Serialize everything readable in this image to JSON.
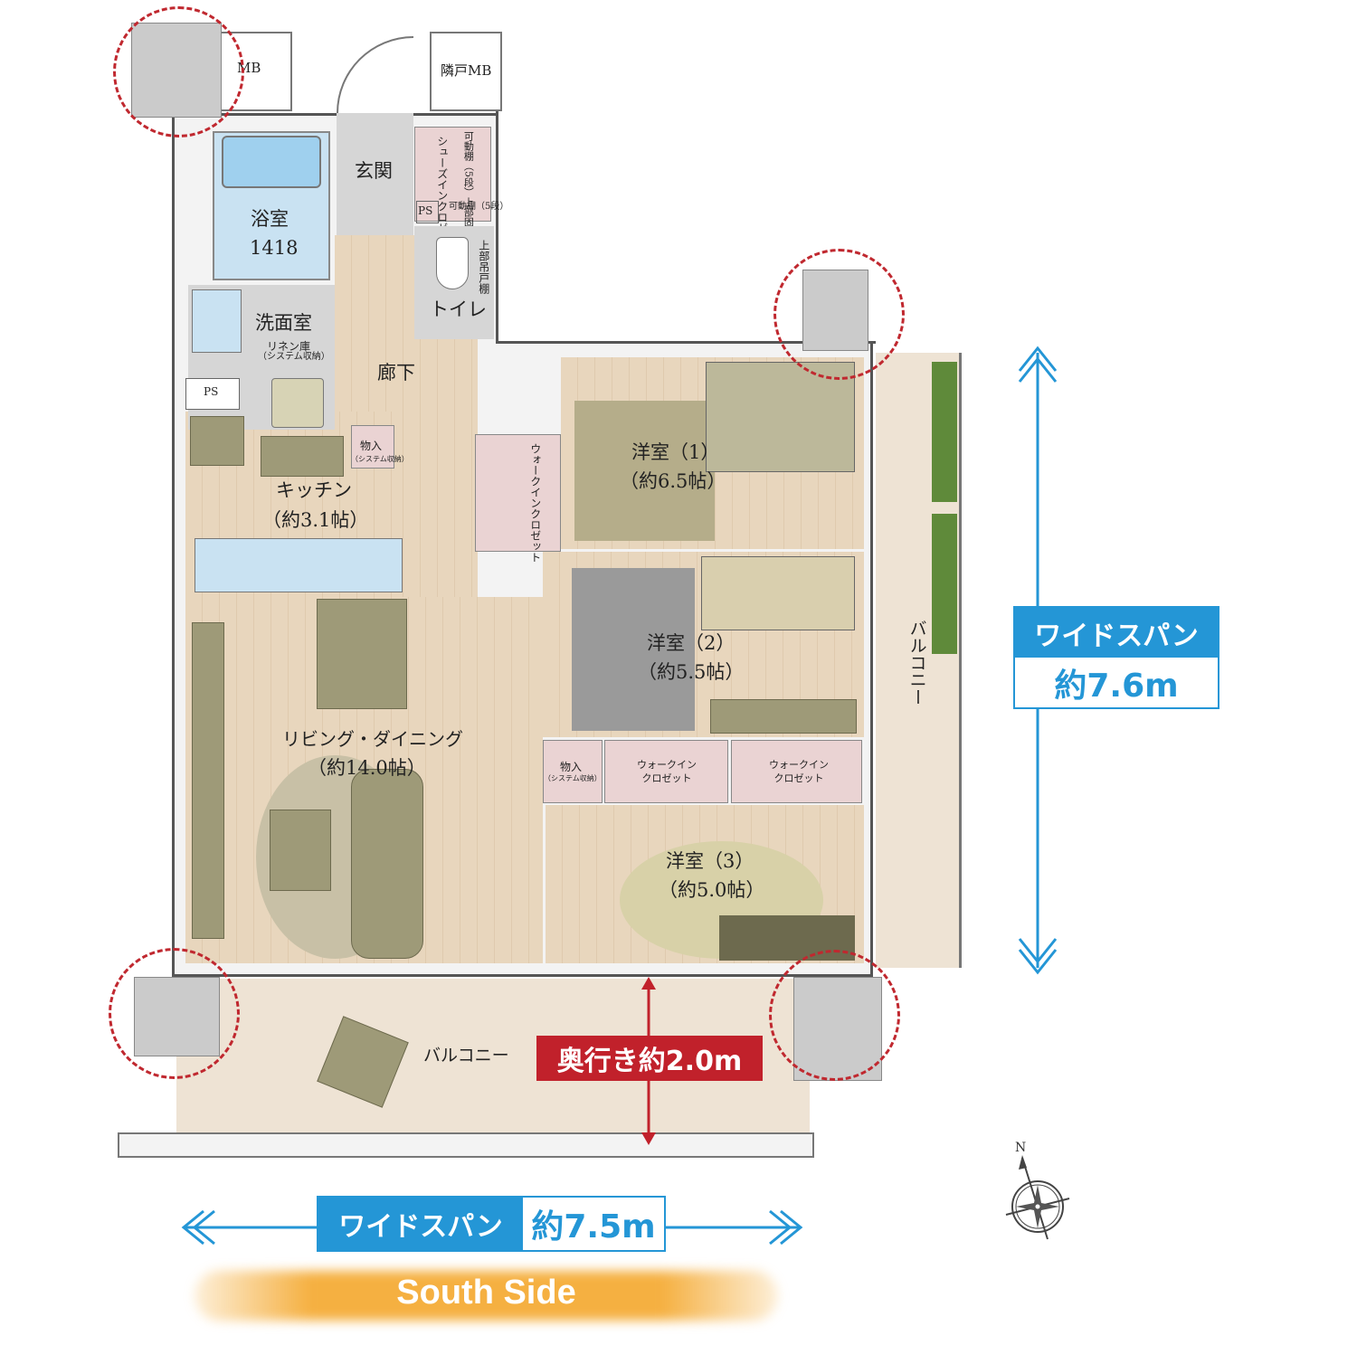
{
  "rooms": {
    "mb": "MB",
    "neighbor_mb": "隣戸MB",
    "entrance": "玄関",
    "shoe_closet": "シューズインクロゼット",
    "movable_shelf_upper": "可動棚（5段）上部固定棚",
    "movable_shelf": "可動棚（5段）",
    "ps_top": "PS",
    "ps_left": "PS",
    "bath": "浴室",
    "bath_size": "1418",
    "toilet": "トイレ",
    "upper_cabinet": "上部吊戸棚",
    "washroom": "洗面室",
    "linen": "リネン庫",
    "linen_sub": "（システム収納）",
    "hallway": "廊下",
    "storage1": "物入",
    "storage1_sub": "（システム収納）",
    "kitchen": "キッチン",
    "kitchen_size": "（約3.1帖）",
    "living": "リビング・ダイニング",
    "living_size": "（約14.0帖）",
    "room1": "洋室（1）",
    "room1_size": "（約6.5帖）",
    "wic1": "ウォークインクロゼット",
    "room2": "洋室（2）",
    "room2_size": "（約5.5帖）",
    "storage2": "物入",
    "storage2_sub": "（システム収納）",
    "wic2": "ウォークインクロゼット",
    "wic3": "ウォークインクロゼット",
    "room3": "洋室（3）",
    "room3_size": "（約5.0帖）",
    "balcony_east": "バルコニー",
    "balcony_south": "バルコニー"
  },
  "annotations": {
    "wide_span_v_label": "ワイドスパン",
    "wide_span_v_value": "約7.6m",
    "wide_span_h_label": "ワイドスパン",
    "wide_span_h_value": "約7.5m",
    "depth": "奥行き約2.0m",
    "south_side": "South Side",
    "compass_n": "N"
  },
  "colors": {
    "accent_blue": "#2496d6",
    "accent_red": "#c1212b",
    "dashed_circle": "#c0282f",
    "south_glow": "#f5b041"
  },
  "icons": [
    "compass-icon",
    "arrow-double-vertical",
    "arrow-double-horizontal",
    "arrow-depth"
  ]
}
